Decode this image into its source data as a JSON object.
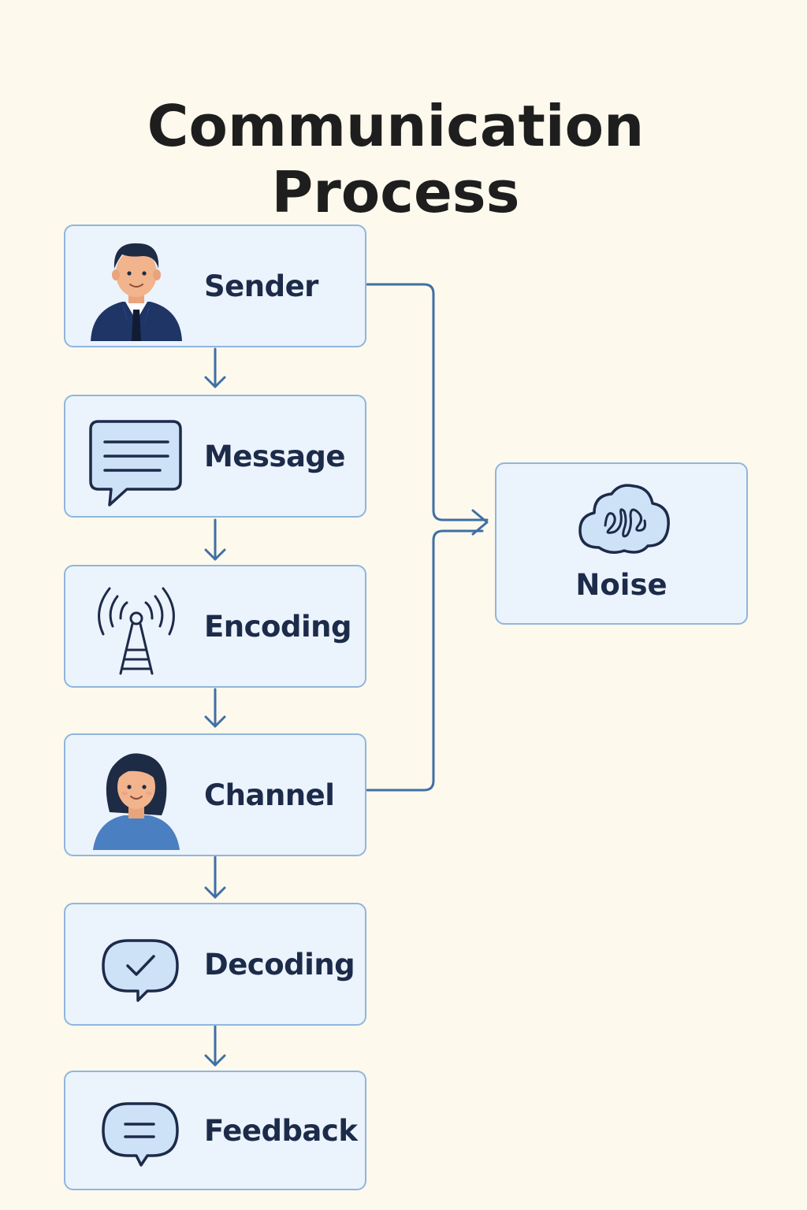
{
  "title": {
    "line1": "Communication",
    "line2": "Process"
  },
  "steps": [
    {
      "label": "Sender",
      "icon": "man-avatar-icon"
    },
    {
      "label": "Message",
      "icon": "speech-bubble-lines-icon"
    },
    {
      "label": "Encoding",
      "icon": "antenna-tower-icon"
    },
    {
      "label": "Channel",
      "icon": "woman-avatar-icon"
    },
    {
      "label": "Decoding",
      "icon": "checkmark-bubble-icon"
    },
    {
      "label": "Feedback",
      "icon": "equals-bubble-icon"
    }
  ],
  "noise": {
    "label": "Noise",
    "icon": "scribble-cloud-icon"
  },
  "colors": {
    "background": "#fdf9ec",
    "box_fill": "#ebf3fc",
    "box_border": "#8fb6dd",
    "connector": "#3f6fa5",
    "text": "#1d2b4a"
  }
}
